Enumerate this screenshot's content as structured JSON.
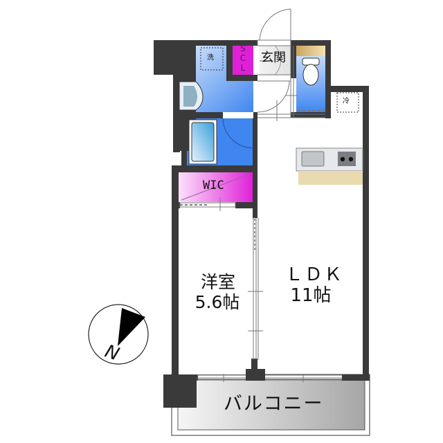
{
  "floor_plan": {
    "rooms": [
      {
        "id": "entrance",
        "label": "玄関"
      },
      {
        "id": "shoe-closet",
        "label": "SCL"
      },
      {
        "id": "washroom",
        "label": "洗"
      },
      {
        "id": "wic",
        "label": "WIC"
      },
      {
        "id": "western-room",
        "label": "洋室",
        "size": "5.6帖"
      },
      {
        "id": "ldk",
        "label": "ＬＤＫ",
        "size": "11帖"
      },
      {
        "id": "balcony",
        "label": "バルコニー"
      },
      {
        "id": "fridge",
        "label": "冷"
      }
    ],
    "compass": {
      "label": "N"
    },
    "colors": {
      "wall": "#3a3a3a",
      "wet_area": "#3f86f0",
      "storage": "#e020d8",
      "counter": "#e9dab0",
      "balcony_dark": "#a8a8a8",
      "balcony_light": "#f4f4f4"
    }
  }
}
